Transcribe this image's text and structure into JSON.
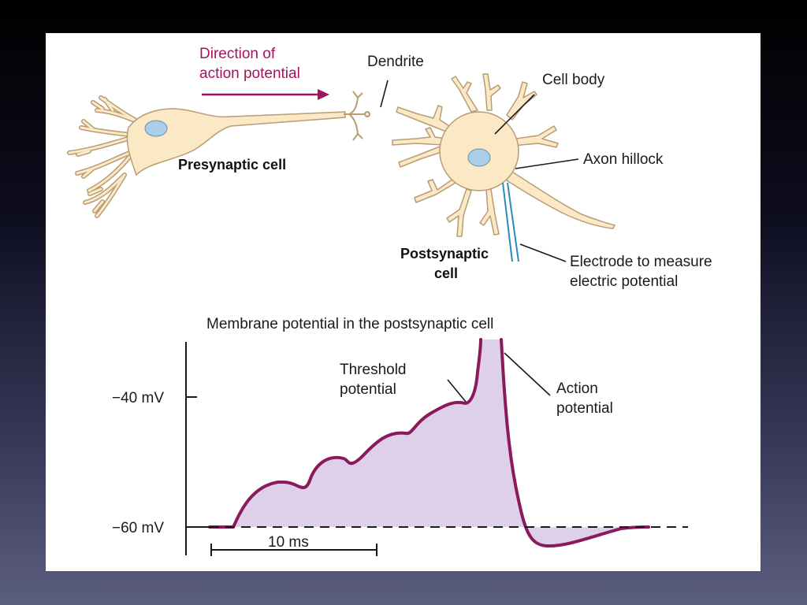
{
  "slide": {
    "direction_label_line1": "Direction of",
    "direction_label_line2": "action potential",
    "dendrite_label": "Dendrite",
    "cell_body_label": "Cell body",
    "presynaptic_label": "Presynaptic cell",
    "axon_hillock_label": "Axon hillock",
    "postsynaptic_label_line1": "Postsynaptic",
    "postsynaptic_label_line2": "cell",
    "electrode_label_line1": "Electrode to measure",
    "electrode_label_line2": "electric potential"
  },
  "graph": {
    "title": "Membrane potential in the postsynaptic cell",
    "tick_upper": "−40 mV",
    "tick_lower": "−60 mV",
    "scale_bar_label": "10 ms",
    "threshold_label_line1": "Threshold",
    "threshold_label_line2": "potential",
    "action_label_line1": "Action",
    "action_label_line2": "potential"
  },
  "colors": {
    "cell_fill": "#fbe9c6",
    "cell_outline": "#b89c74",
    "nucleus_fill": "#a9cfe9",
    "arrow_magenta": "#a3145c",
    "trace_stroke": "#8a1a5c",
    "trace_fill": "#ddd0e8",
    "electrode": "#2a8cb4"
  }
}
